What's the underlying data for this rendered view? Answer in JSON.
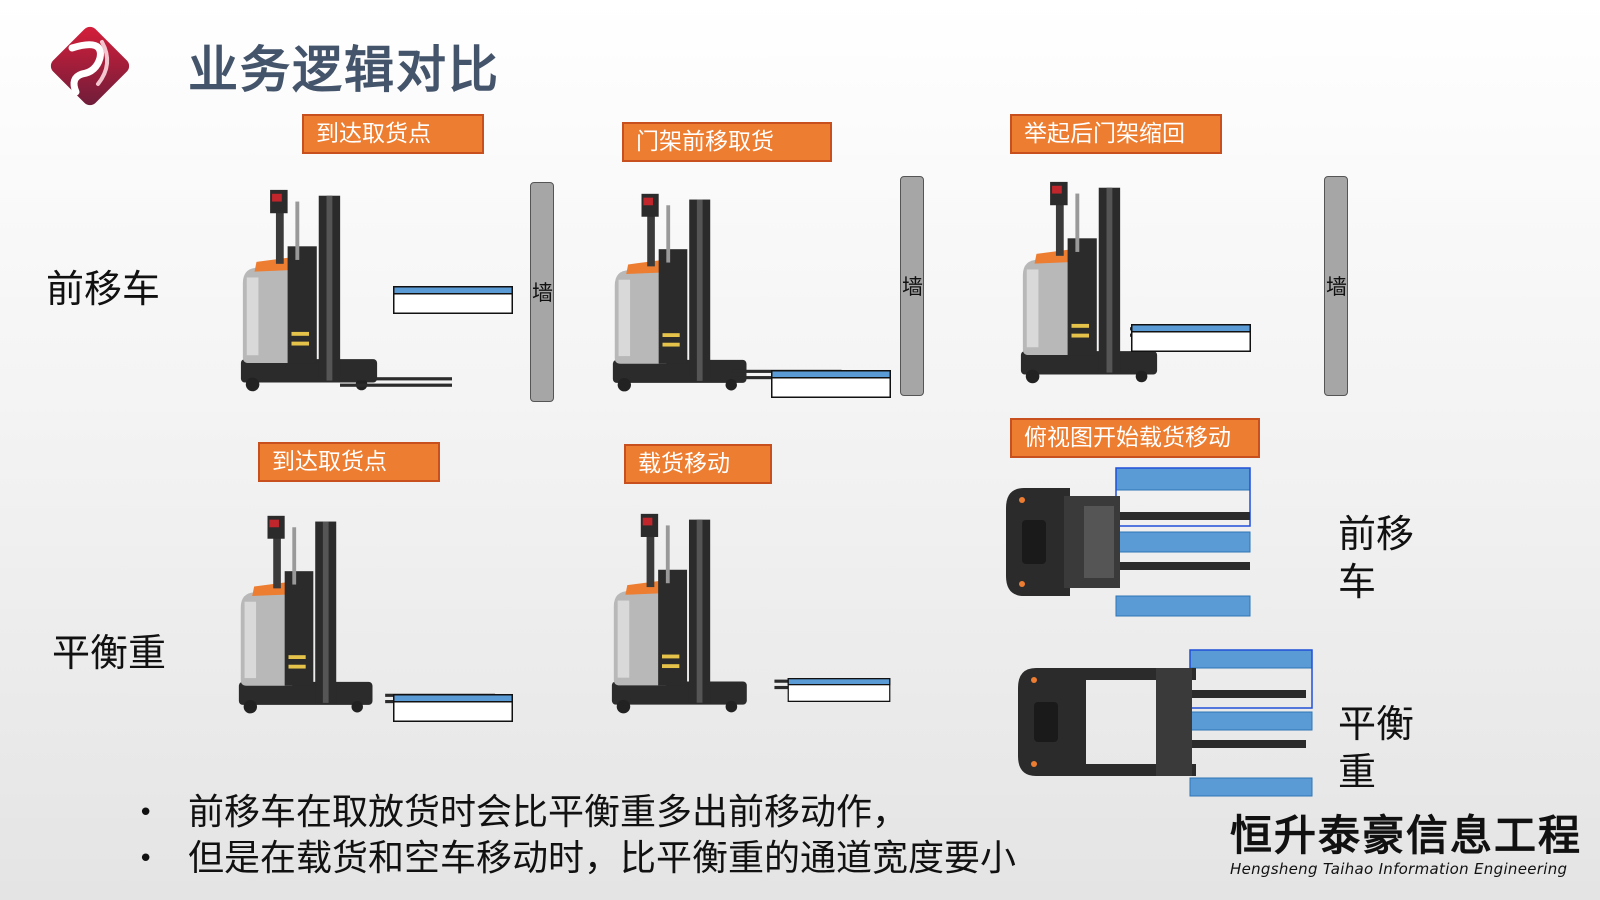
{
  "header": {
    "title": "业务逻辑对比"
  },
  "rows": {
    "reach": "前移车",
    "counterbalance": "平衡重"
  },
  "steps": {
    "r1": "到达取货点",
    "r2": "门架前移取货",
    "r3": "举起后门架缩回",
    "c1": "到达取货点",
    "c2": "载货移动",
    "top": "俯视图开始载货移动"
  },
  "wall_label": "墙",
  "top_view": {
    "reach_label_1": "前移",
    "reach_label_2": "车",
    "cb_label_1": "平衡",
    "cb_label_2": "重"
  },
  "bullets": [
    "前移车在取放货时会比平衡重多出前移动作，",
    "但是在载货和空车移动时，比平衡重的通道宽度要小"
  ],
  "brand": {
    "name_cn": "恒升泰豪信息工程",
    "name_en": "Hengsheng Taihao Information Engineering"
  },
  "colors": {
    "accent_orange": "#ed7d31",
    "title": "#44546a",
    "pallet_blue": "#5b9bd5",
    "wall_gray": "#a6a6a6",
    "forklift_body": "#2b2b2b",
    "battery_silver": "#b8b8b8"
  },
  "logo": {
    "icon": "company-logo-diamond"
  }
}
